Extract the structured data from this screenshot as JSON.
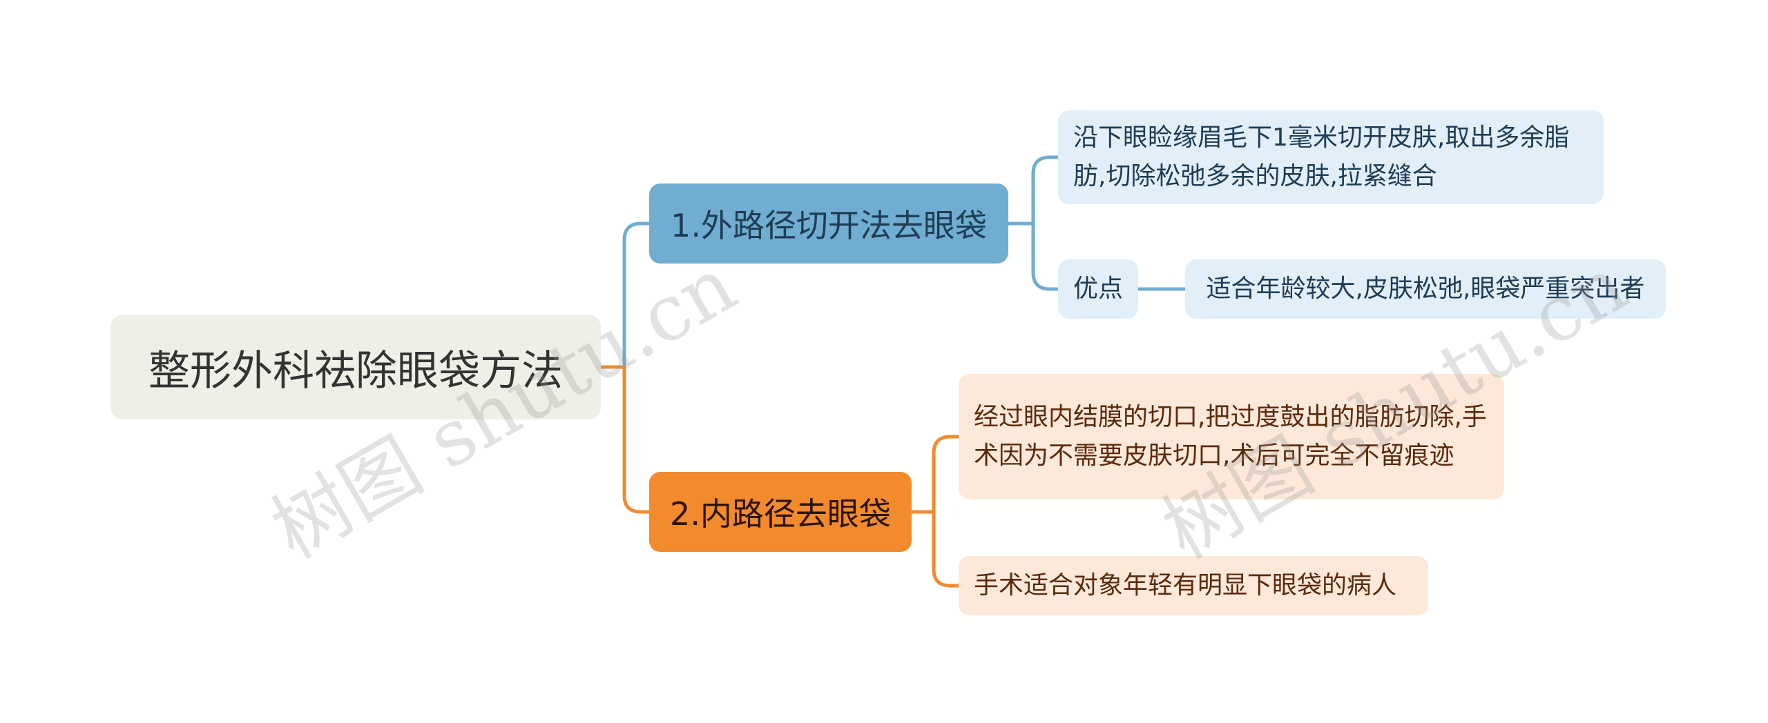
{
  "root": {
    "label": "整形外科祛除眼袋方法"
  },
  "branches": [
    {
      "label": "1.外路径切开法去眼袋",
      "color": "#70add0",
      "children": [
        {
          "label": "沿下眼睑缘眉毛下1毫米切开皮肤,取出多余脂肪,切除松弛多余的皮肤,拉紧缝合"
        },
        {
          "label": "优点",
          "children": [
            {
              "label": "适合年龄较大,皮肤松弛,眼袋严重突出者"
            }
          ]
        }
      ]
    },
    {
      "label": "2.内路径去眼袋",
      "color": "#f28a2e",
      "children": [
        {
          "label": "经过眼内结膜的切口,把过度鼓出的脂肪切除,手术因为不需要皮肤切口,术后可完全不留痕迹"
        },
        {
          "label": "手术适合对象年轻有明显下眼袋的病人"
        }
      ]
    }
  ],
  "watermark": "树图 shutu.cn"
}
